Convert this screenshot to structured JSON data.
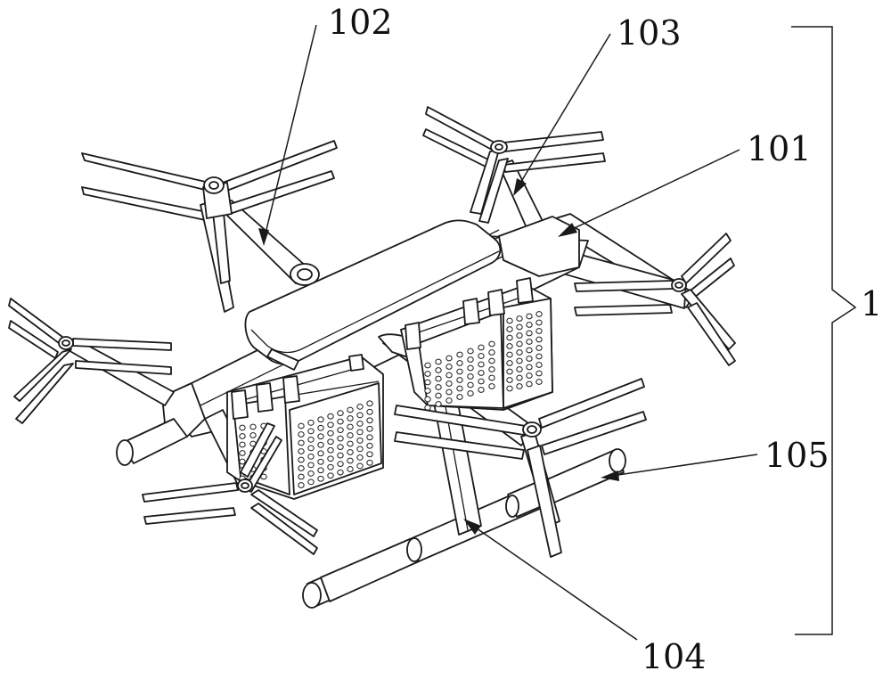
{
  "labels": {
    "assembly": "1",
    "body": "101",
    "front_arm": "102",
    "rear_arm": "103",
    "leg": "104",
    "skid": "105"
  },
  "colors": {
    "line": "#1a1a1a",
    "background": "#ffffff"
  }
}
